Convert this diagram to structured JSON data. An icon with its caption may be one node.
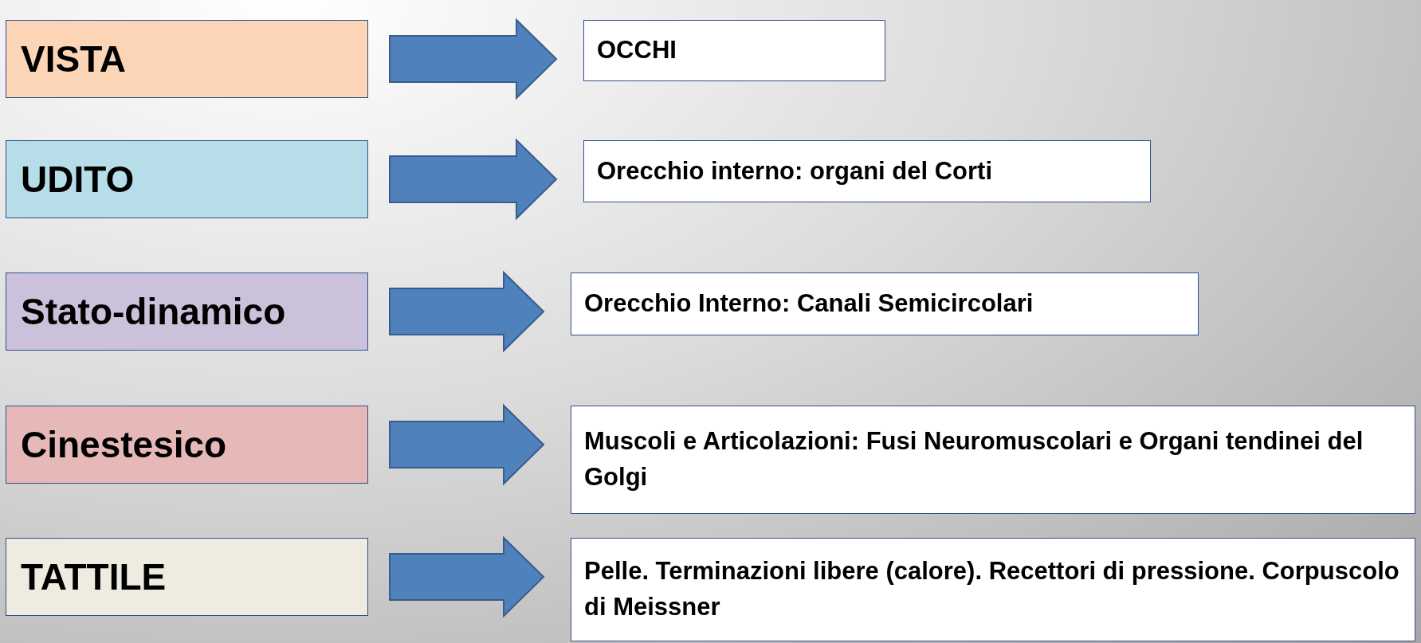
{
  "diagram": {
    "nodes": [
      {
        "text": [
          "VISTA"
        ]
      },
      {
        "text": [
          "OCCHI"
        ]
      },
      {
        "text": [
          "UDITO"
        ]
      },
      {
        "text": [
          "Orecchio interno: organi del Corti"
        ]
      },
      {
        "text": [
          "Stato-dinamico"
        ]
      },
      {
        "text": [
          "Orecchio Interno: Canali Semicircolari"
        ]
      },
      {
        "text": [
          "Cinestesico"
        ]
      },
      {
        "text": [
          "Muscoli e Articolazioni: Fusi Neuromuscolari e Organi tendinei del Golgi"
        ]
      },
      {
        "text": [
          "TATTILE"
        ]
      },
      {
        "text": [
          "Pelle. Terminazioni libere (calore). Recettori di pressione. Corpuscolo di Meissner"
        ]
      }
    ],
    "edges": [
      {
        "from": 0,
        "to": 1,
        "arrow": "to"
      },
      {
        "from": 2,
        "to": 3,
        "arrow": "to"
      },
      {
        "from": 4,
        "to": 5,
        "arrow": "to"
      },
      {
        "from": 6,
        "to": 7,
        "arrow": "to"
      },
      {
        "from": 8,
        "to": 9,
        "arrow": "to"
      }
    ]
  }
}
